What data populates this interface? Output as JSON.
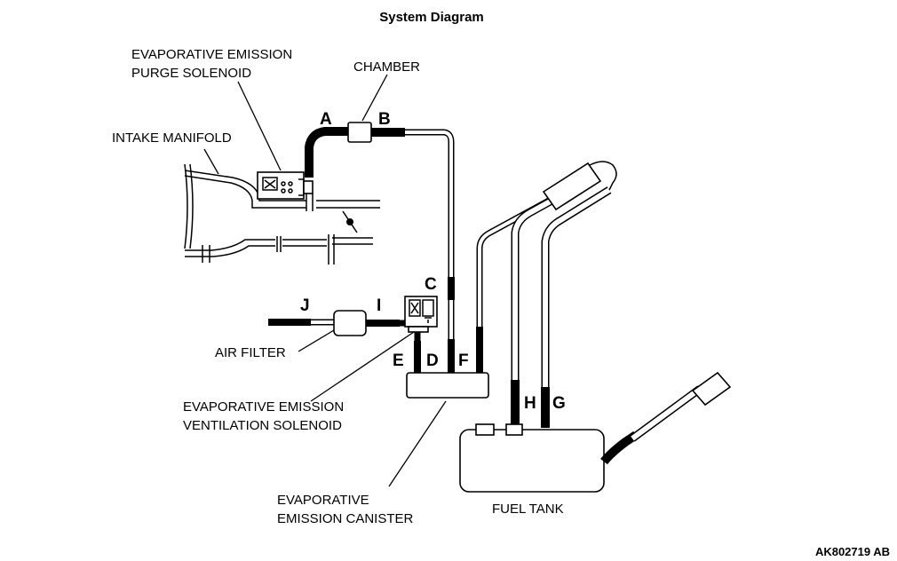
{
  "title": "System Diagram",
  "labels": {
    "purge_solenoid_1": "EVAPORATIVE EMISSION",
    "purge_solenoid_2": "PURGE SOLENOID",
    "chamber": "CHAMBER",
    "intake_manifold": "INTAKE MANIFOLD",
    "air_filter": "AIR FILTER",
    "ventilation_solenoid_1": "EVAPORATIVE EMISSION",
    "ventilation_solenoid_2": "VENTILATION SOLENOID",
    "canister_1": "EVAPORATIVE",
    "canister_2": "EMISSION CANISTER",
    "fuel_tank": "FUEL TANK"
  },
  "hose_letters": {
    "a": "A",
    "b": "B",
    "c": "C",
    "d": "D",
    "e": "E",
    "f": "F",
    "g": "G",
    "h": "H",
    "i": "I",
    "j": "J"
  },
  "figure_code": "AK802719 AB"
}
